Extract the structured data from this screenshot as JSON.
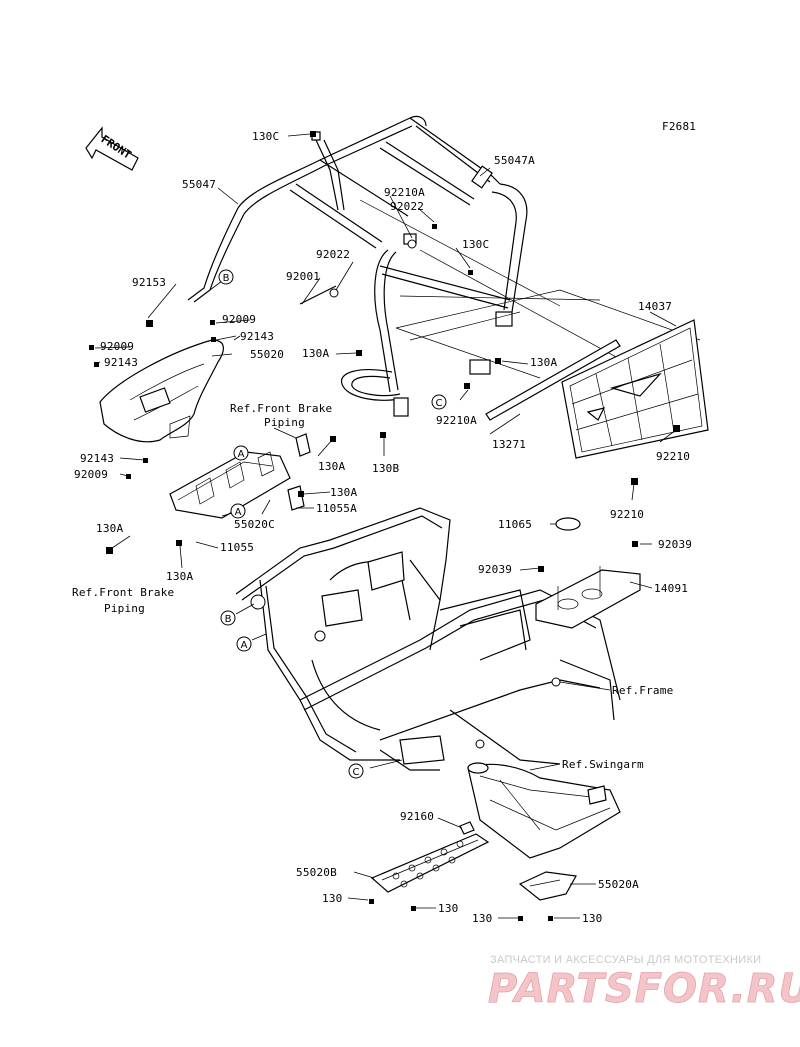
{
  "figure_code": "F2681",
  "front_arrow_text": "FRONT",
  "refs": {
    "front_brake_top_1": "Ref.Front Brake",
    "front_brake_top_2": "Piping",
    "front_brake_bottom_1": "Ref.Front Brake",
    "front_brake_bottom_2": "Piping",
    "frame": "Ref.Frame",
    "swingarm": "Ref.Swingarm"
  },
  "callouts": {
    "a": "A",
    "b": "B",
    "c": "C"
  },
  "parts": {
    "p130C_top": "130C",
    "p55047A": "55047A",
    "p55047": "55047",
    "p92210A_top": "92210A",
    "p92022_a": "92022",
    "p130C_mid": "130C",
    "p92022_b": "92022",
    "p92001": "92001",
    "p92153": "92153",
    "p14037": "14037",
    "p92009_a": "92009",
    "p92143_a": "92143",
    "p92009_b": "92009",
    "p92143_b": "92143",
    "p55020": "55020",
    "p130A_a": "130A",
    "p130A_b": "130A",
    "p92210A_mid": "92210A",
    "p13271": "13271",
    "p130A_c": "130A",
    "p130B": "130B",
    "p92210_a": "92210",
    "p92143_c": "92143",
    "p92009_c": "92009",
    "p130A_d": "130A",
    "p55020C": "55020C",
    "p11055A": "11055A",
    "p92210_b": "92210",
    "p11065": "11065",
    "p130A_e": "130A",
    "p11055": "11055",
    "p92039_a": "92039",
    "p92039_b": "92039",
    "p130A_f": "130A",
    "p14091": "14091",
    "p92160": "92160",
    "p55020B": "55020B",
    "p130_a": "130",
    "p130_b": "130",
    "p130_c": "130",
    "p130_d": "130",
    "p55020A": "55020A"
  },
  "watermark": {
    "caption": "ЗАПЧАСТИ И АКСЕССУАРЫ ДЛЯ МОТОТЕХНИКИ",
    "brand": "PARTSFOR.RU"
  }
}
